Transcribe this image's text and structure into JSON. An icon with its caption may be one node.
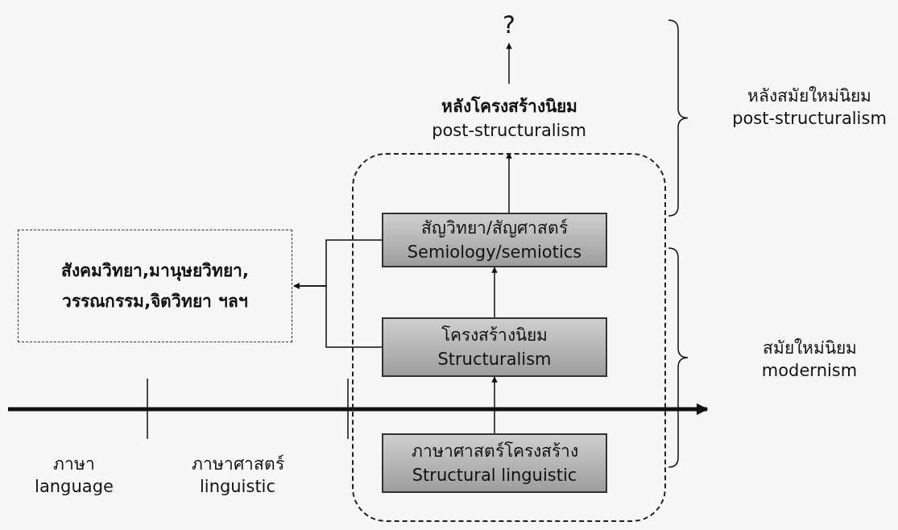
{
  "diagram": {
    "nodes": [
      {
        "text": [
          "?"
        ]
      },
      {
        "text": [
          "หลังโครงสร้างนิยม",
          "post-structuralism"
        ]
      },
      {
        "text": [],
        "shape": "box"
      },
      {
        "text": [
          "สัญวิทยา/สัญศาสตร์",
          "Semiology/semiotics"
        ],
        "in": 2
      },
      {
        "text": [
          "โครงสร้างนิยม",
          "Structuralism"
        ],
        "in": 2
      },
      {
        "text": [
          "ภาษาศาสตร์โครงสร้าง",
          "Structural linguistic"
        ],
        "in": 2
      },
      {
        "text": [
          "สังคมวิทยา,มานุษยวิทยา, วรรณกรรม,จิตวิทยา ฯลฯ"
        ]
      }
    ],
    "edges": [
      {
        "from": 1,
        "to": 0,
        "arrow": "to"
      },
      {
        "from": 3,
        "to": 1,
        "arrow": "to"
      },
      {
        "from": 4,
        "to": 3,
        "arrow": "to"
      },
      {
        "from": 5,
        "to": 4,
        "arrow": "to"
      },
      {
        "from": 3,
        "to": 6,
        "arrow": "to"
      },
      {
        "from": 4,
        "to": 6,
        "arrow": "to"
      }
    ],
    "labels": [
      "หลังสมัยใหม่นิยม",
      "post-structuralism",
      "สมัยใหม่นิยม",
      "modernism",
      "ภาษา",
      "language",
      "ภาษาศาสตร์",
      "linguistic"
    ]
  }
}
